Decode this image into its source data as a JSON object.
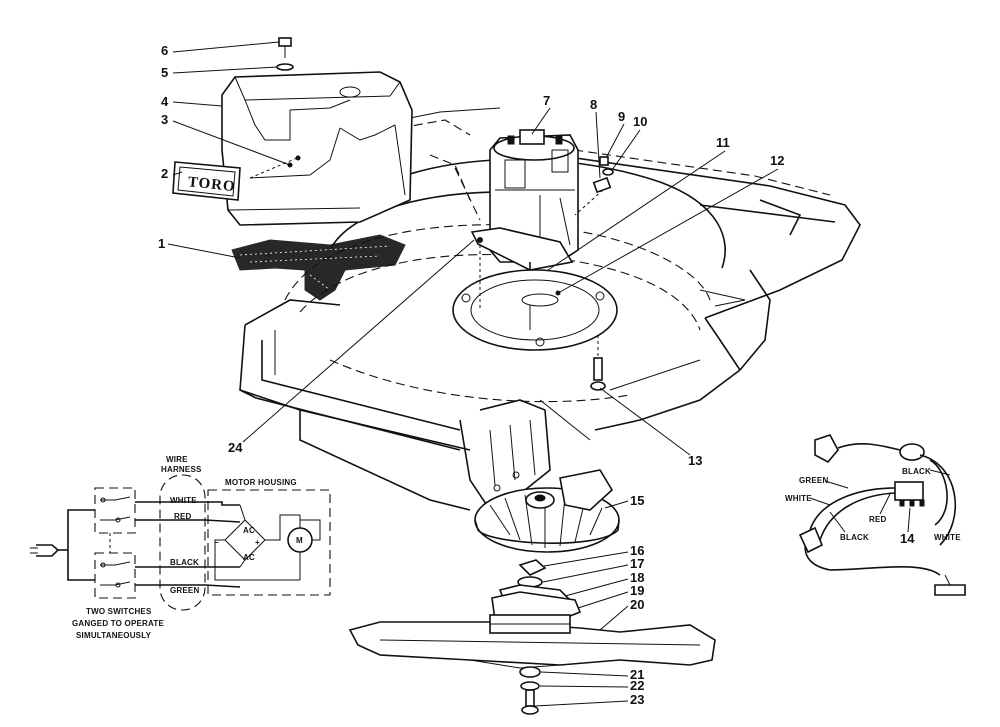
{
  "callouts": [
    "1",
    "2",
    "3",
    "4",
    "5",
    "6",
    "7",
    "8",
    "9",
    "10",
    "11",
    "12",
    "13",
    "14",
    "15",
    "16",
    "17",
    "18",
    "19",
    "20",
    "21",
    "22",
    "23",
    "24"
  ],
  "brand_logo": "TORO",
  "wiring": {
    "wire_harness": [
      "WIRE",
      "HARNESS"
    ],
    "motor_housing": "MOTOR HOUSING",
    "wires": {
      "white": "WHITE",
      "red": "RED",
      "black": "BLACK",
      "green": "GREEN"
    },
    "switch_note": [
      "TWO SWITCHES",
      "GANGED TO OPERATE",
      "SIMULTANEOUSLY"
    ],
    "ac_label": "AC",
    "plus": "+",
    "minus": "−",
    "motor_symbol": "M"
  },
  "harness_detail": {
    "black": "BLACK",
    "green": "GREEN",
    "white": "WHITE",
    "red": "RED",
    "black2": "BLACK",
    "white2": "WHITE"
  }
}
